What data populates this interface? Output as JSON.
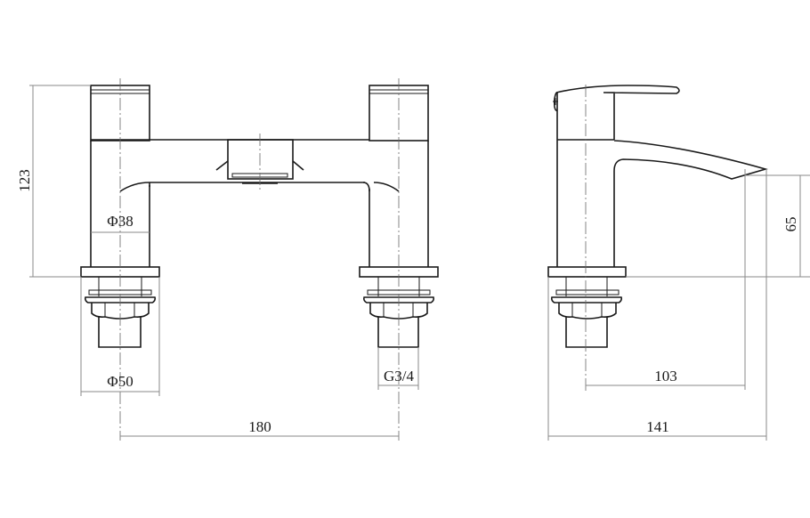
{
  "drawing": {
    "title": "Bath filler technical drawing",
    "views": [
      "front-view",
      "side-view"
    ],
    "colors": {
      "line": "#1a1a1a",
      "dimension": "#888888",
      "background": "#ffffff"
    }
  },
  "dimensions": {
    "overall_height": "123",
    "body_diameter": "Φ38",
    "base_diameter": "Φ50",
    "thread": "G3/4",
    "center_spacing": "180",
    "spout_height": "65",
    "spout_reach": "103",
    "overall_depth": "141"
  }
}
